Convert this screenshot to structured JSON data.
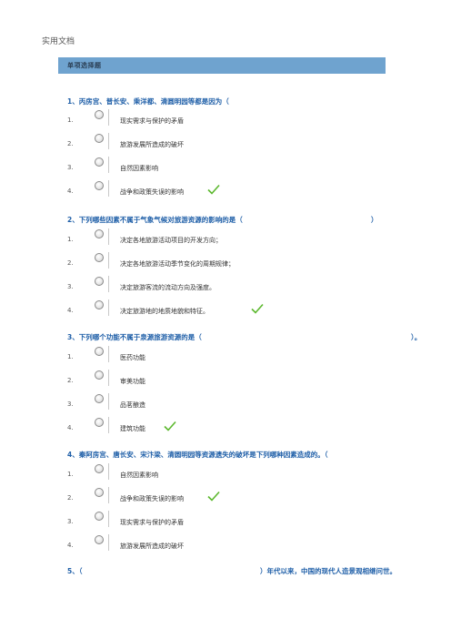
{
  "header": {
    "label": "实用文档"
  },
  "section": {
    "title": "单项选择题"
  },
  "questions": [
    {
      "title": "1、丙房宫、普长安、乘洋都、清圆明园等都是因为（",
      "options": [
        {
          "num": "1.",
          "text": "现实需求与保护的矛盾",
          "correct": false
        },
        {
          "num": "2.",
          "text": "旅游发展所造成的破坏",
          "correct": false
        },
        {
          "num": "3.",
          "text": "自然因素影响",
          "correct": false
        },
        {
          "num": "4.",
          "text": "战争和政策失误的影响",
          "correct": true
        }
      ]
    },
    {
      "title": "2、下列哪些因素不属于气象气候对旅游资源的影响的是（",
      "title_tail": "）",
      "options": [
        {
          "num": "1.",
          "text": "决定各地旅游活动项目的开发方向；",
          "correct": false
        },
        {
          "num": "2.",
          "text": "决定各地旅游活动季节变化的周期规律；",
          "correct": false
        },
        {
          "num": "3.",
          "text": "决定旅游客流的流动方向及强度。",
          "correct": false
        },
        {
          "num": "4.",
          "text": "决定旅游地的地质地貌和特征。",
          "correct": true
        }
      ]
    },
    {
      "title": "3、下列哪个功能不属于泉源旅游资源的是（",
      "title_tail": "）。",
      "options": [
        {
          "num": "1.",
          "text": "医药功能",
          "correct": false
        },
        {
          "num": "2.",
          "text": "审美功能",
          "correct": false
        },
        {
          "num": "3.",
          "text": "品茗酿造",
          "correct": false
        },
        {
          "num": "4.",
          "text": "建筑功能",
          "correct": true
        }
      ]
    },
    {
      "title": "4、秦阿房宫、唐长安、宋汴梁、清圆明园等资源遗失的破坏是下列哪种因素造成的。（",
      "options": [
        {
          "num": "1.",
          "text": "自然因素影响",
          "correct": false
        },
        {
          "num": "2.",
          "text": "战争和政策失误的影响",
          "correct": true
        },
        {
          "num": "3.",
          "text": "现实需求与保护的矛盾",
          "correct": false
        },
        {
          "num": "4.",
          "text": "旅游发展所造成的破坏",
          "correct": false
        }
      ]
    },
    {
      "title": "5、（",
      "title_tail": "）年代以来，中国的现代人造景观相继问世。",
      "options": []
    }
  ],
  "colors": {
    "question": "#1f5fa8",
    "section_bar": "#6fa3cf",
    "check": "#5cb82e"
  },
  "icons": {
    "radio": "radio-button-icon",
    "check": "checkmark-icon"
  }
}
